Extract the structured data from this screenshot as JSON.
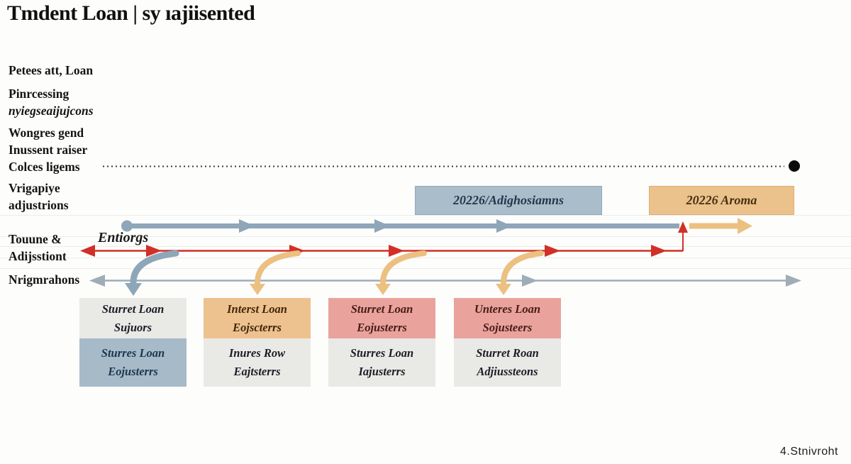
{
  "title": "Tmdent Loan | sy ıajiisented",
  "left_labels": {
    "petees": "Petees att, Loan",
    "pinrcessing": "Pinrcessing",
    "nyieg": "nyiegseaijujcons",
    "wongres": "Wongres gend",
    "inussent": "Inussent raiser",
    "colces": "Colces ligems",
    "vrigapiye_line1": "Vrigapiye",
    "vrigapiye_line2": "adjustrions",
    "touune_line1": "Touune &",
    "touune_line2": "Adijsstiont",
    "nrigm": "Nrigmrahons"
  },
  "timeline": {
    "entiorgs_label": "Entiorgs",
    "blue_milestone": "20226/Adighosiamns",
    "tan_milestone": "20226 Aroma"
  },
  "process_boxes": [
    {
      "top_line1": "Sturret Loan",
      "top_line2": "Sujuors",
      "bottom_line1": "Sturres Loan",
      "bottom_line2": "Eojusterrs"
    },
    {
      "top_line1": "Interst Loan",
      "top_line2": "Eojscterrs",
      "bottom_line1": "Inures Row",
      "bottom_line2": "Eajtsterrs"
    },
    {
      "top_line1": "Sturret Loan",
      "top_line2": "Eojusterrs",
      "bottom_line1": "Sturres Loan",
      "bottom_line2": "Iajusterrs"
    },
    {
      "top_line1": "Unteres Loan",
      "top_line2": "Sojusteers",
      "bottom_line1": "Sturret Roan",
      "bottom_line2": "Adjiussteons"
    }
  ],
  "footer": "4.Stnivroht",
  "colors": {
    "timeline_blue": "#8ea6b8",
    "feedback_red": "#d22f27",
    "accent_orange": "#ecc081",
    "gray_line": "#9fadb6",
    "dotted_line": "#3a3a3a",
    "black_dot": "#0b0b0b",
    "box_blue": "#a6bac8",
    "box_tan": "#edc28e",
    "box_salmon": "#e9a39c",
    "box_gray": "#e9e9e6"
  }
}
